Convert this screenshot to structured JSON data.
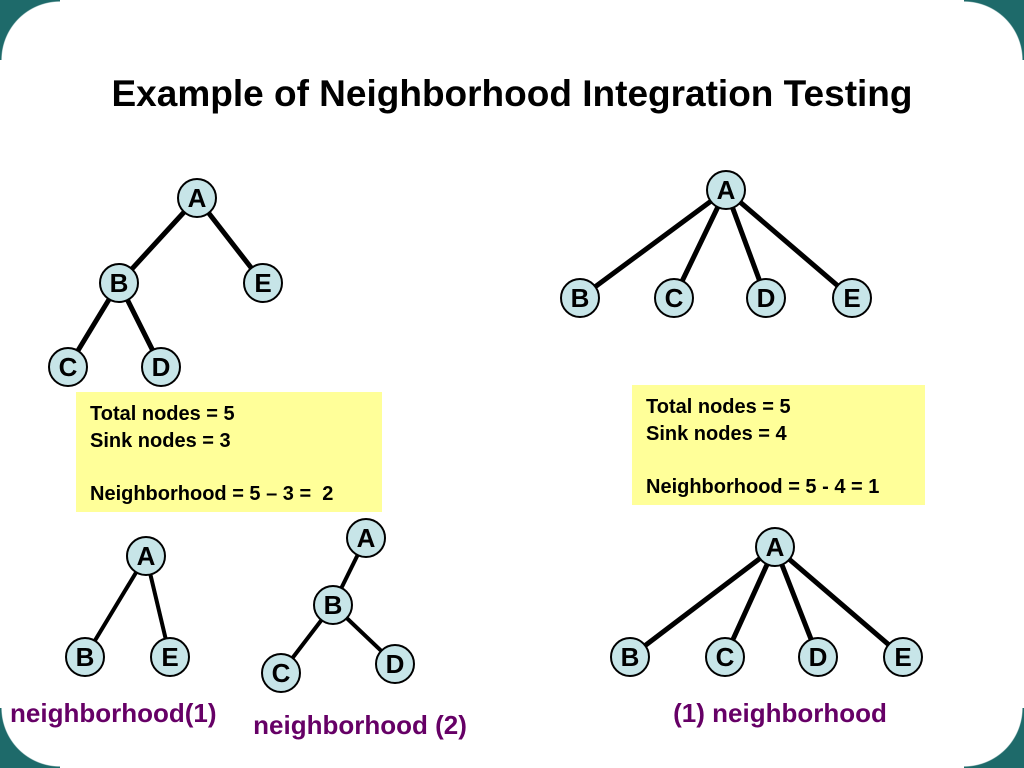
{
  "title": "Example of Neighborhood Integration Testing",
  "colors": {
    "teal": "#1e6a6a",
    "node_fill": "#c7e5e8",
    "box_bg": "#ffff99",
    "label_purple": "#660066"
  },
  "trees": {
    "top_left": {
      "nodes": {
        "a": "A",
        "b": "B",
        "c": "C",
        "d": "D",
        "e": "E"
      },
      "edges": [
        "A-B",
        "A-E",
        "B-C",
        "B-D"
      ]
    },
    "top_right": {
      "nodes": {
        "a": "A",
        "b": "B",
        "c": "C",
        "d": "D",
        "e": "E"
      },
      "edges": [
        "A-B",
        "A-C",
        "A-D",
        "A-E"
      ]
    },
    "neighborhood1": {
      "nodes": {
        "a": "A",
        "b": "B",
        "e": "E"
      },
      "edges": [
        "A-B",
        "A-E"
      ]
    },
    "neighborhood2": {
      "nodes": {
        "a": "A",
        "b": "B",
        "c": "C",
        "d": "D"
      },
      "edges": [
        "A-B",
        "B-C",
        "B-D"
      ]
    },
    "one_neighborhood": {
      "nodes": {
        "a": "A",
        "b": "B",
        "c": "C",
        "d": "D",
        "e": "E"
      },
      "edges": [
        "A-B",
        "A-C",
        "A-D",
        "A-E"
      ]
    }
  },
  "boxes": {
    "left": {
      "lines": [
        "Total nodes = 5",
        "Sink nodes = 3",
        "Neighborhood = 5 – 3 =  2"
      ]
    },
    "right": {
      "lines": [
        "Total nodes = 5",
        "Sink nodes = 4",
        "Neighborhood = 5 - 4 = 1"
      ]
    }
  },
  "labels": {
    "neighborhood1": "neighborhood(1)",
    "neighborhood2": "neighborhood (2)",
    "one_neighborhood": "(1) neighborhood"
  }
}
